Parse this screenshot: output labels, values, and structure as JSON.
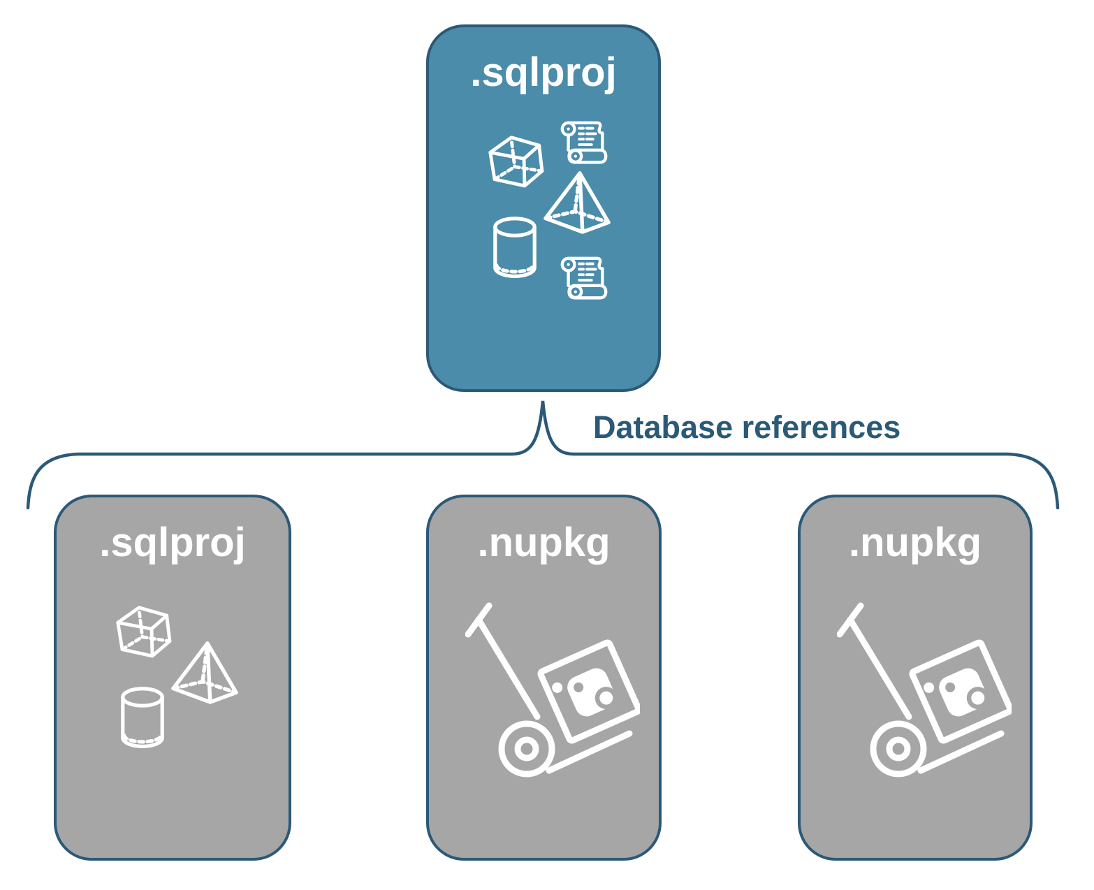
{
  "diagram": {
    "connector_label": "Database references",
    "root": {
      "title": ".sqlproj",
      "icons": [
        "script-scroll-icon",
        "cube-icon",
        "pyramid-icon",
        "cylinder-icon",
        "script-scroll-icon"
      ]
    },
    "children": [
      {
        "title": ".sqlproj",
        "icons": [
          "cube-icon",
          "pyramid-icon",
          "cylinder-icon"
        ]
      },
      {
        "title": ".nupkg",
        "icons": [
          "nuget-dolly-icon"
        ]
      },
      {
        "title": ".nupkg",
        "icons": [
          "nuget-dolly-icon"
        ]
      }
    ],
    "colors": {
      "primary_fill": "#4a8caa",
      "neutral_fill": "#a6a6a6",
      "stroke": "#2b5978",
      "icon_color": "#ffffff"
    }
  }
}
